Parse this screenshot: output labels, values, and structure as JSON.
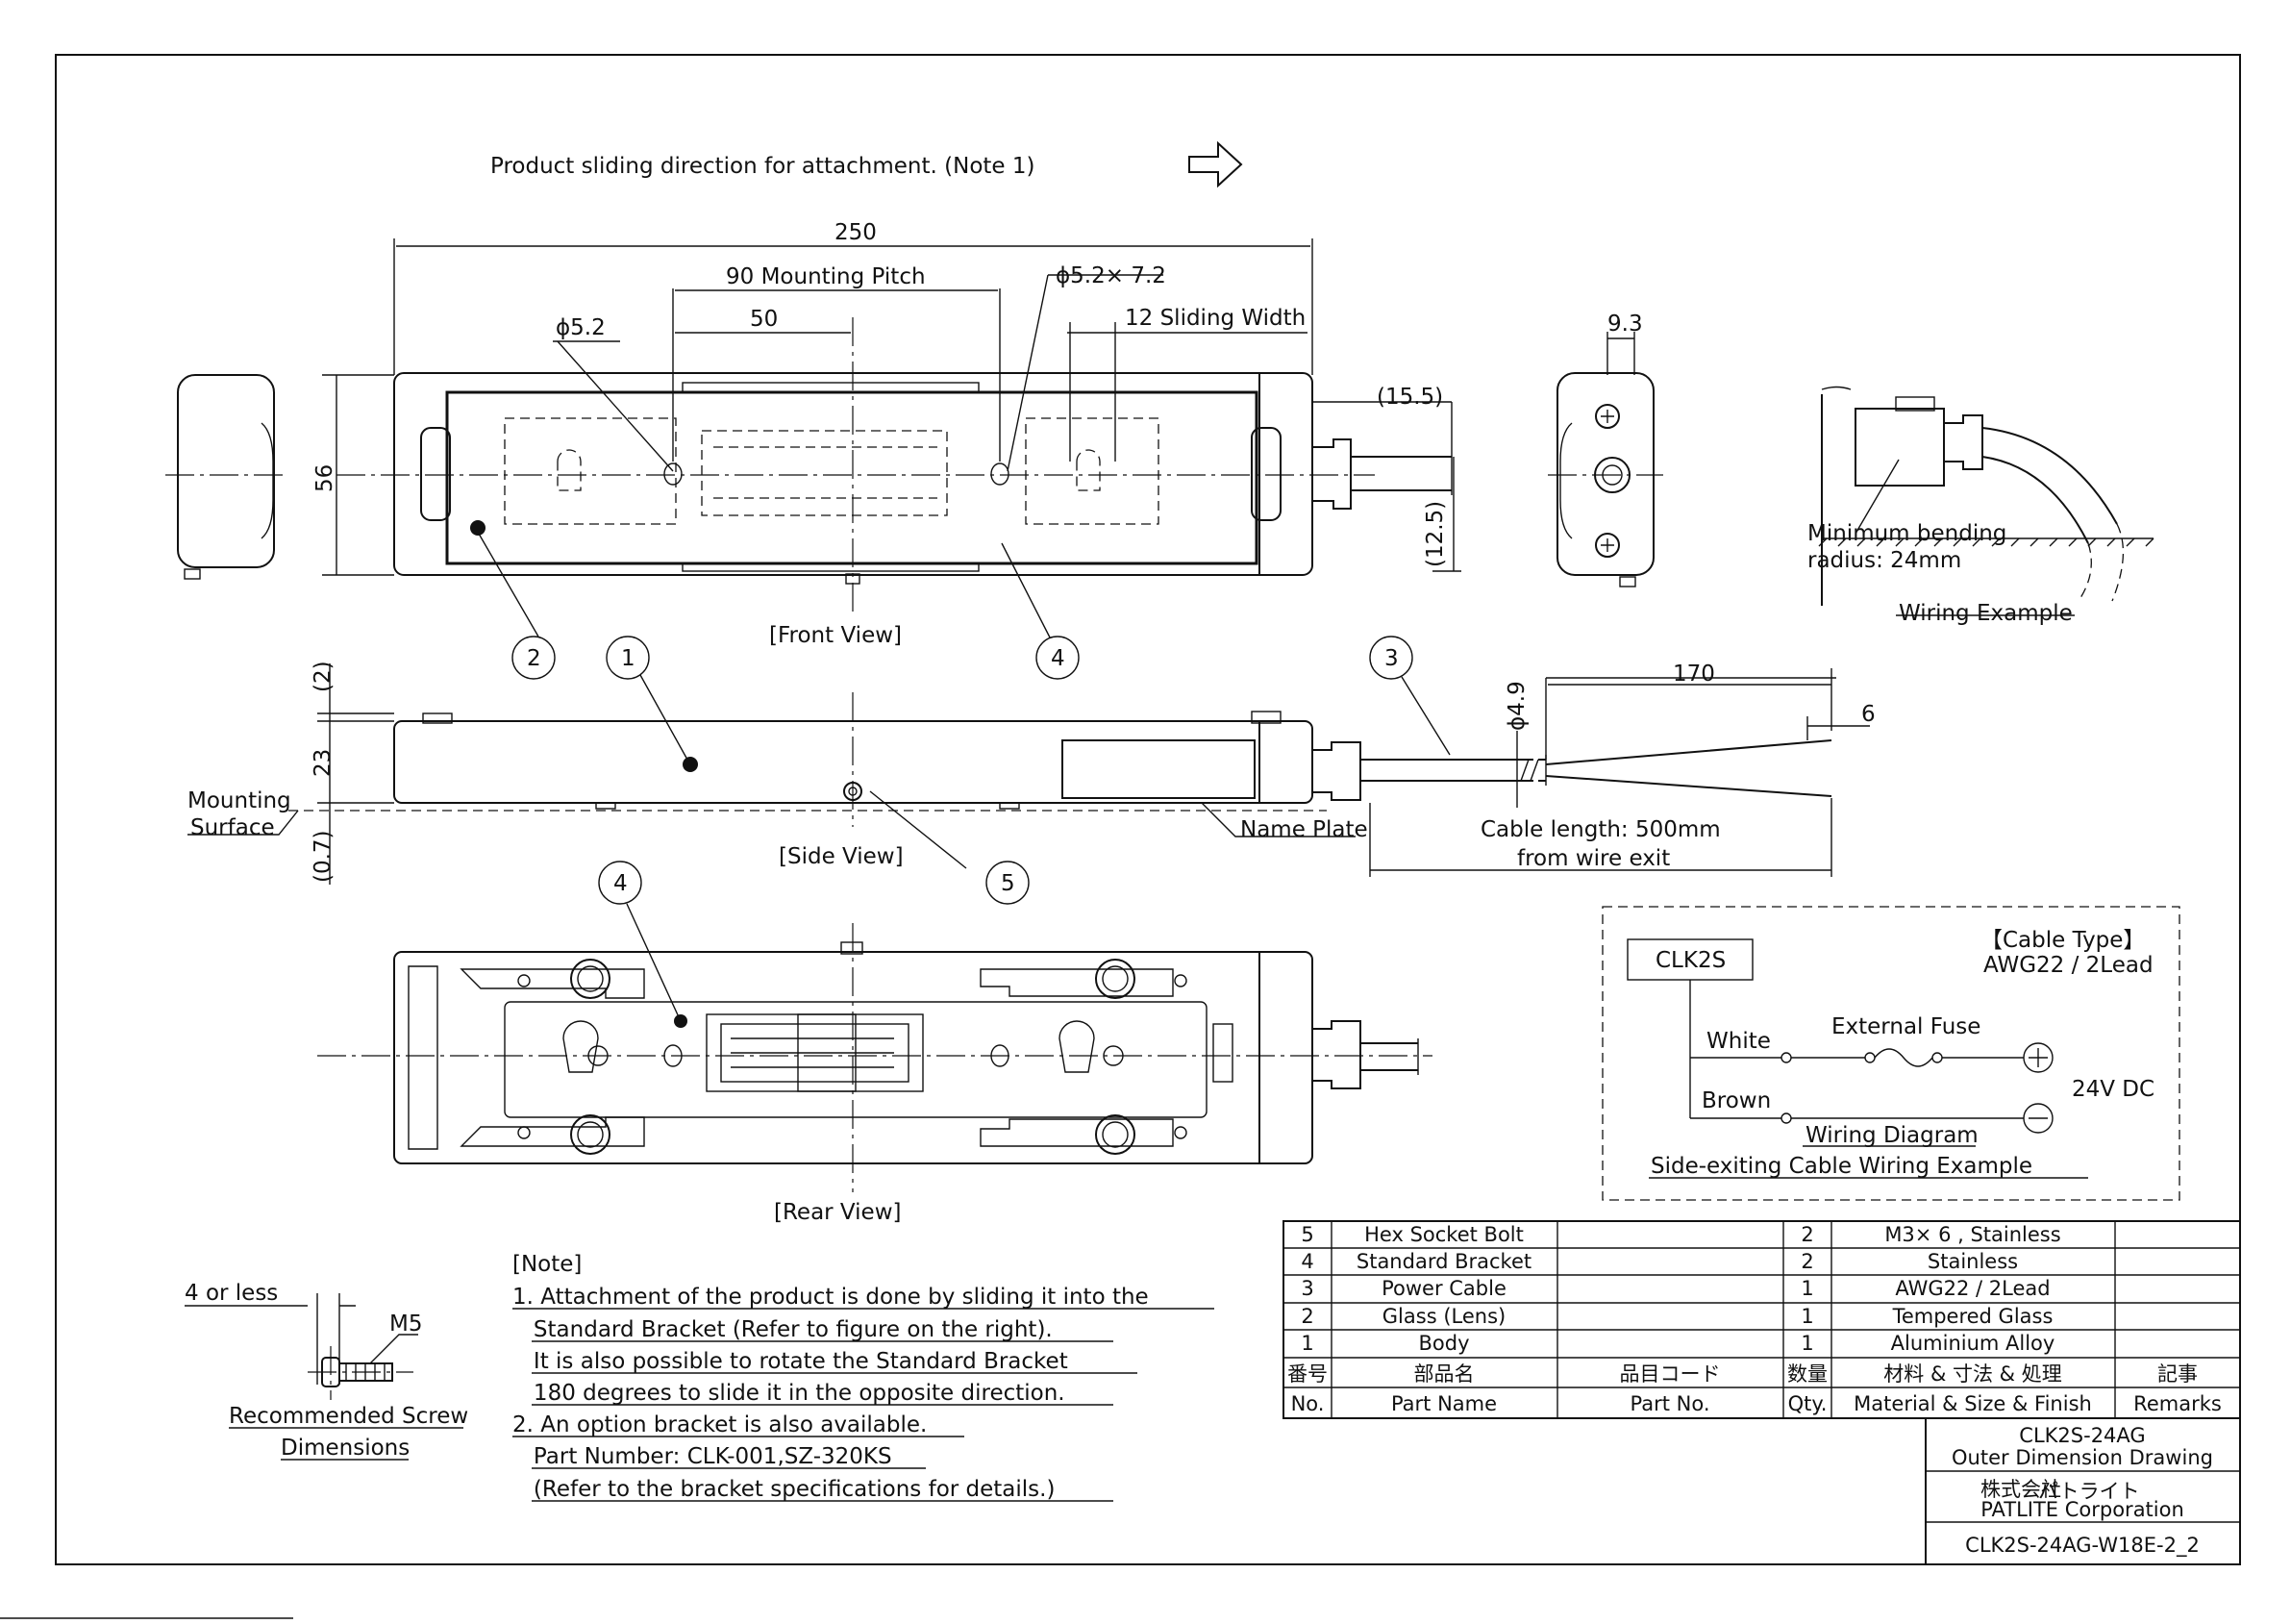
{
  "header": {
    "sliding_direction": "Product sliding direction for attachment. (Note 1)"
  },
  "views": {
    "front": "[Front View]",
    "side": "[Side View]",
    "rear": "[Rear View]"
  },
  "dimensions": {
    "overall_width": "250",
    "mounting_pitch": "90  Mounting Pitch",
    "slot": "ϕ5.2× 7.2",
    "half_pitch": "50",
    "hole": "ϕ5.2",
    "sliding_width": "12  Sliding Width",
    "height": "56",
    "cable_offset": "(15.5)",
    "cable_height": "(12.5)",
    "end_width": "9.3",
    "top_offset": "(2)",
    "side_height": "23",
    "bottom_offset": "(0.7)",
    "cable_dia": "ϕ4.9",
    "lead_length": "170",
    "strip_length": "6"
  },
  "labels": {
    "mounting_surface_1": "Mounting",
    "mounting_surface_2": "Surface",
    "name_plate": "Name Plate",
    "cable_length_1": "Cable length: 500mm",
    "cable_length_2": "from wire exit",
    "min_bend_1": "Minimum bending",
    "min_bend_2": "radius: 24mm",
    "wiring_example": "Wiring Example",
    "screw_len": "4 or less",
    "screw_type": "M5",
    "screw_caption_1": "Recommended Screw",
    "screw_caption_2": "Dimensions"
  },
  "balloons": [
    "1",
    "2",
    "3",
    "4",
    "5"
  ],
  "wiring": {
    "model": "CLK2S",
    "cable_type_1": "【Cable Type】",
    "cable_type_2": "AWG22 / 2Lead",
    "white": "White",
    "brown": "Brown",
    "fuse": "External Fuse",
    "plus": "+",
    "minus": "−",
    "voltage": "24V DC",
    "title_1": "Wiring Diagram",
    "title_2": "Side-exiting Cable Wiring Example"
  },
  "notes": {
    "heading": "[Note]",
    "lines": [
      "1. Attachment of the product is done by sliding it into the",
      "   Standard Bracket (Refer to figure on the right).",
      "   It is also possible to rotate the Standard Bracket",
      "   180 degrees to slide it in the opposite direction.",
      "2. An option bracket is also available.",
      "   Part Number: CLK-001,SZ-320KS",
      "   (Refer to the bracket specifications for details.)"
    ]
  },
  "parts_table": {
    "rows": [
      [
        "5",
        "Hex Socket Bolt",
        "",
        "2",
        "M3× 6 , Stainless",
        ""
      ],
      [
        "4",
        "Standard Bracket",
        "",
        "2",
        "Stainless",
        ""
      ],
      [
        "3",
        "Power Cable",
        "",
        "1",
        "AWG22 / 2Lead",
        ""
      ],
      [
        "2",
        "Glass (Lens)",
        "",
        "1",
        "Tempered Glass",
        ""
      ],
      [
        "1",
        "Body",
        "",
        "1",
        "Aluminium Alloy",
        ""
      ]
    ],
    "header_jp": [
      "番号",
      "部品名",
      "品目コード",
      "数量",
      "材料 & 寸法 & 処理",
      "記事"
    ],
    "header_en": [
      "No.",
      "Part Name",
      "Part No.",
      "Qty.",
      "Material & Size & Finish",
      "Remarks"
    ]
  },
  "title_block": {
    "model": "CLK2S-24AG",
    "drawing": "Outer Dimension Drawing",
    "company_prefix": "株式会社",
    "company_jp": "パトライト",
    "company_en": "PATLITE Corporation",
    "drawing_no": "CLK2S-24AG-W18E-2_2"
  }
}
